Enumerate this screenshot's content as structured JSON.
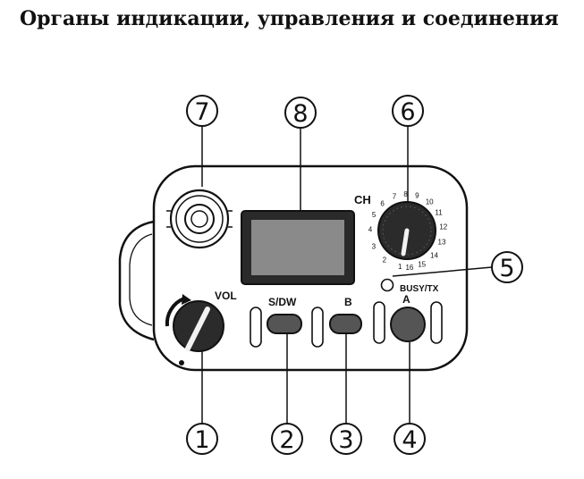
{
  "title": "Органы индикации, управления и соединения",
  "labels": {
    "vol": "VOL",
    "sdw": "S/DW",
    "b": "B",
    "a": "A",
    "ch": "CH",
    "busy_tx": "BUSY/TX"
  },
  "callouts": [
    "1",
    "2",
    "3",
    "4",
    "5",
    "6",
    "7",
    "8"
  ],
  "channel_ticks": [
    "1",
    "2",
    "3",
    "4",
    "5",
    "6",
    "7",
    "8",
    "9",
    "10",
    "11",
    "12",
    "13",
    "14",
    "15",
    "16"
  ]
}
